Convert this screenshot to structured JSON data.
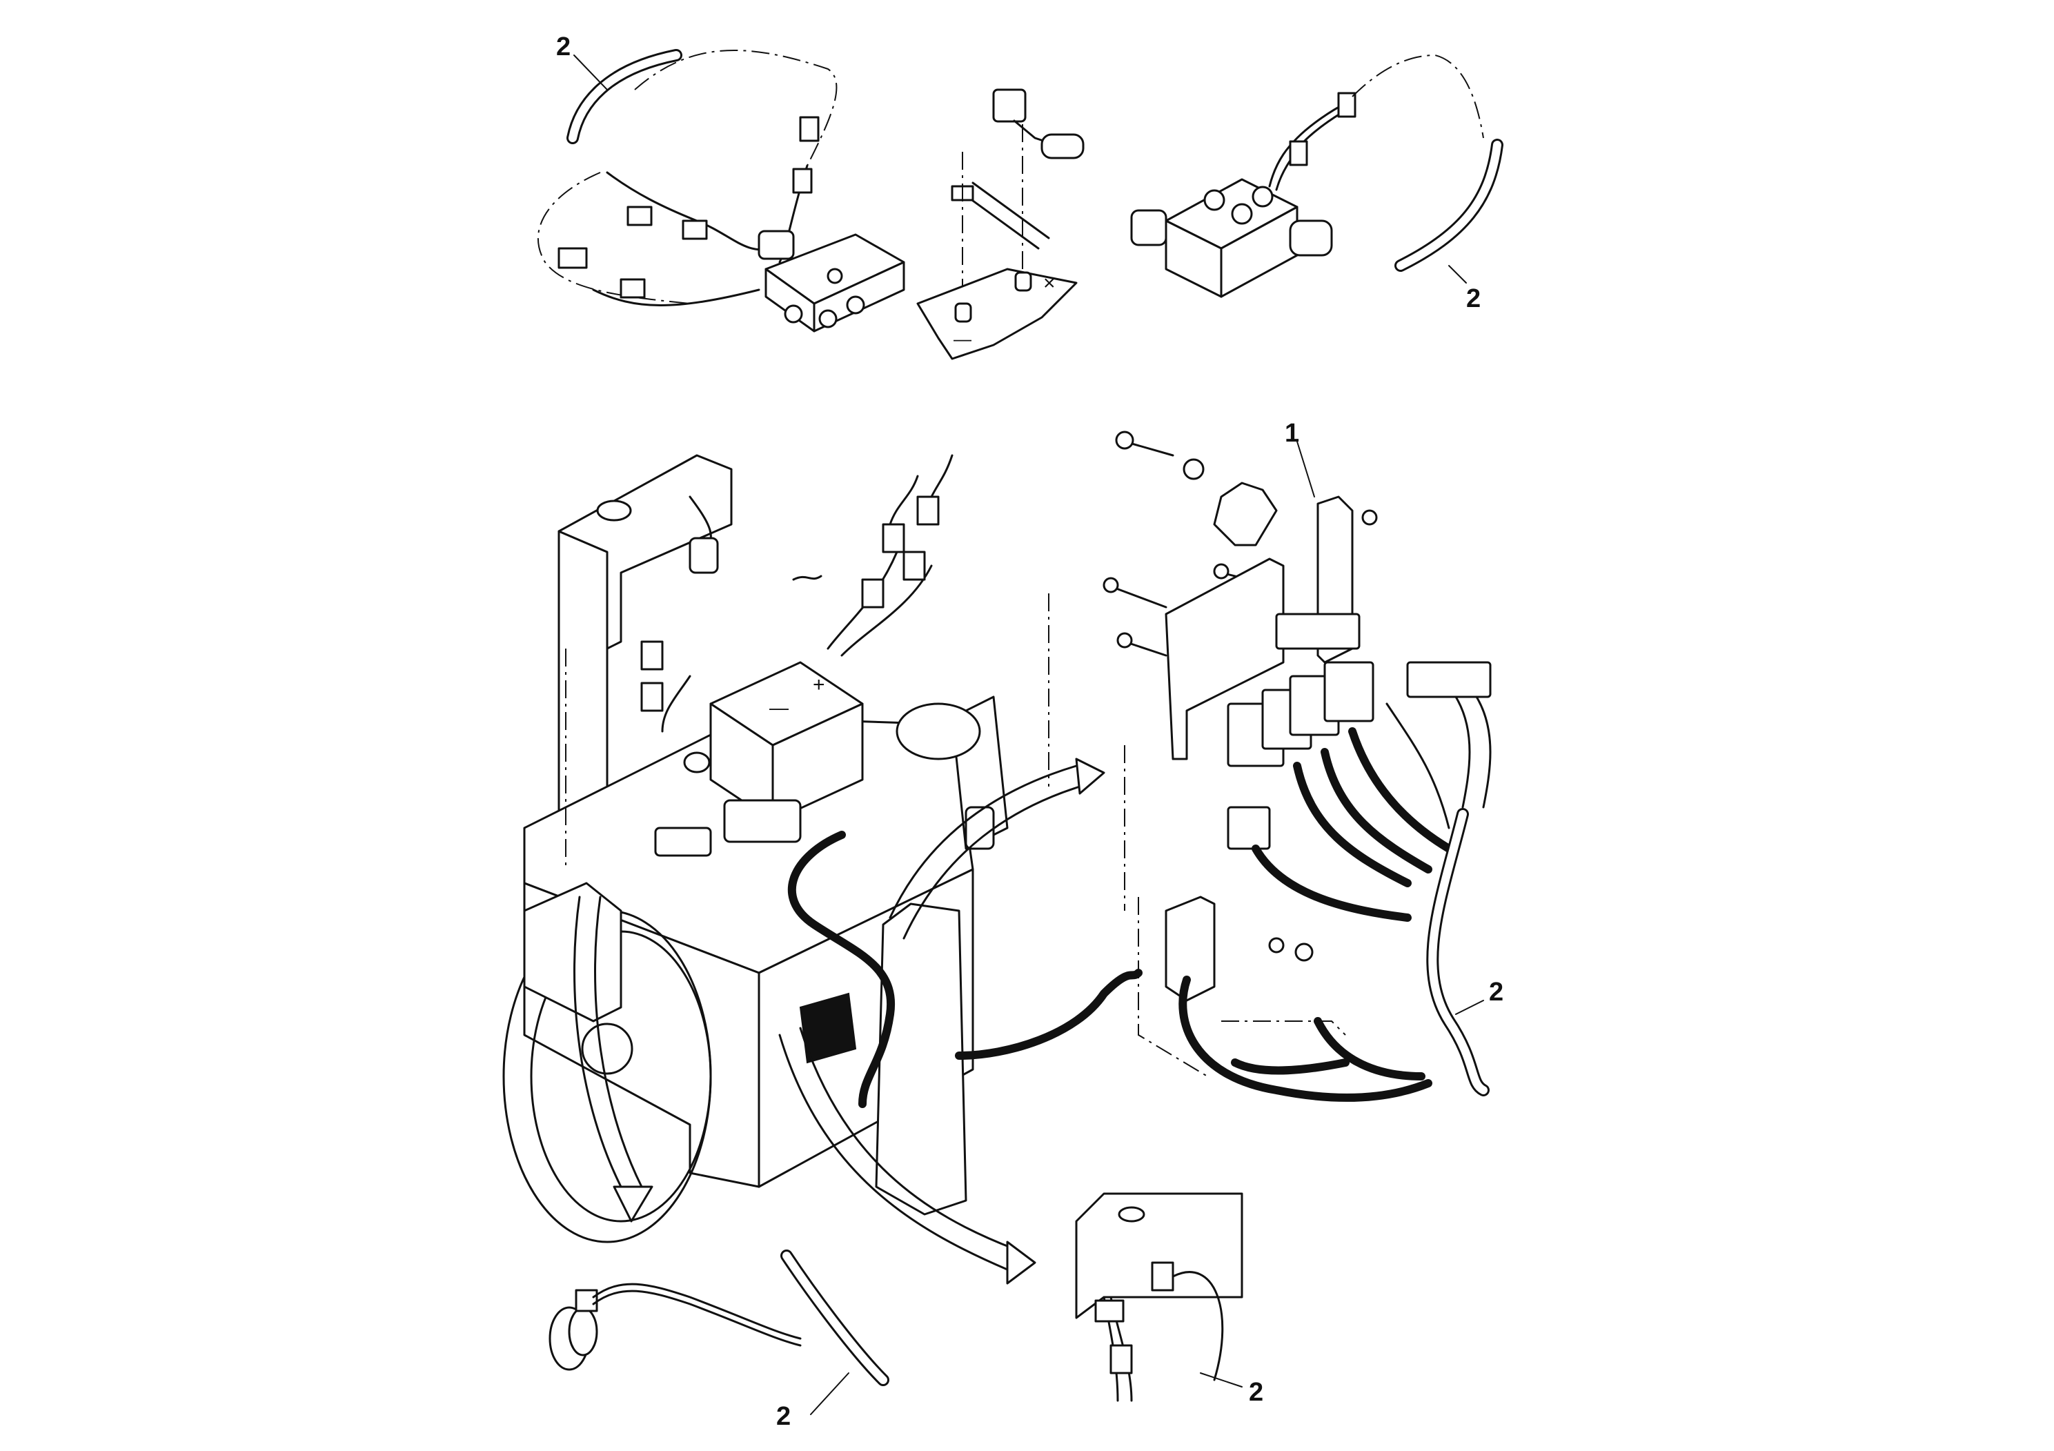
{
  "callouts": [
    {
      "id": "c1",
      "label": "1"
    },
    {
      "id": "c2a",
      "label": "2"
    },
    {
      "id": "c2b",
      "label": "2"
    },
    {
      "id": "c2c",
      "label": "2"
    },
    {
      "id": "c2d",
      "label": "2"
    },
    {
      "id": "c2e",
      "label": "2"
    }
  ],
  "battery": {
    "minus": "—",
    "plus": "+"
  },
  "terminal_plate": {
    "minus": "—",
    "plus": "×"
  }
}
